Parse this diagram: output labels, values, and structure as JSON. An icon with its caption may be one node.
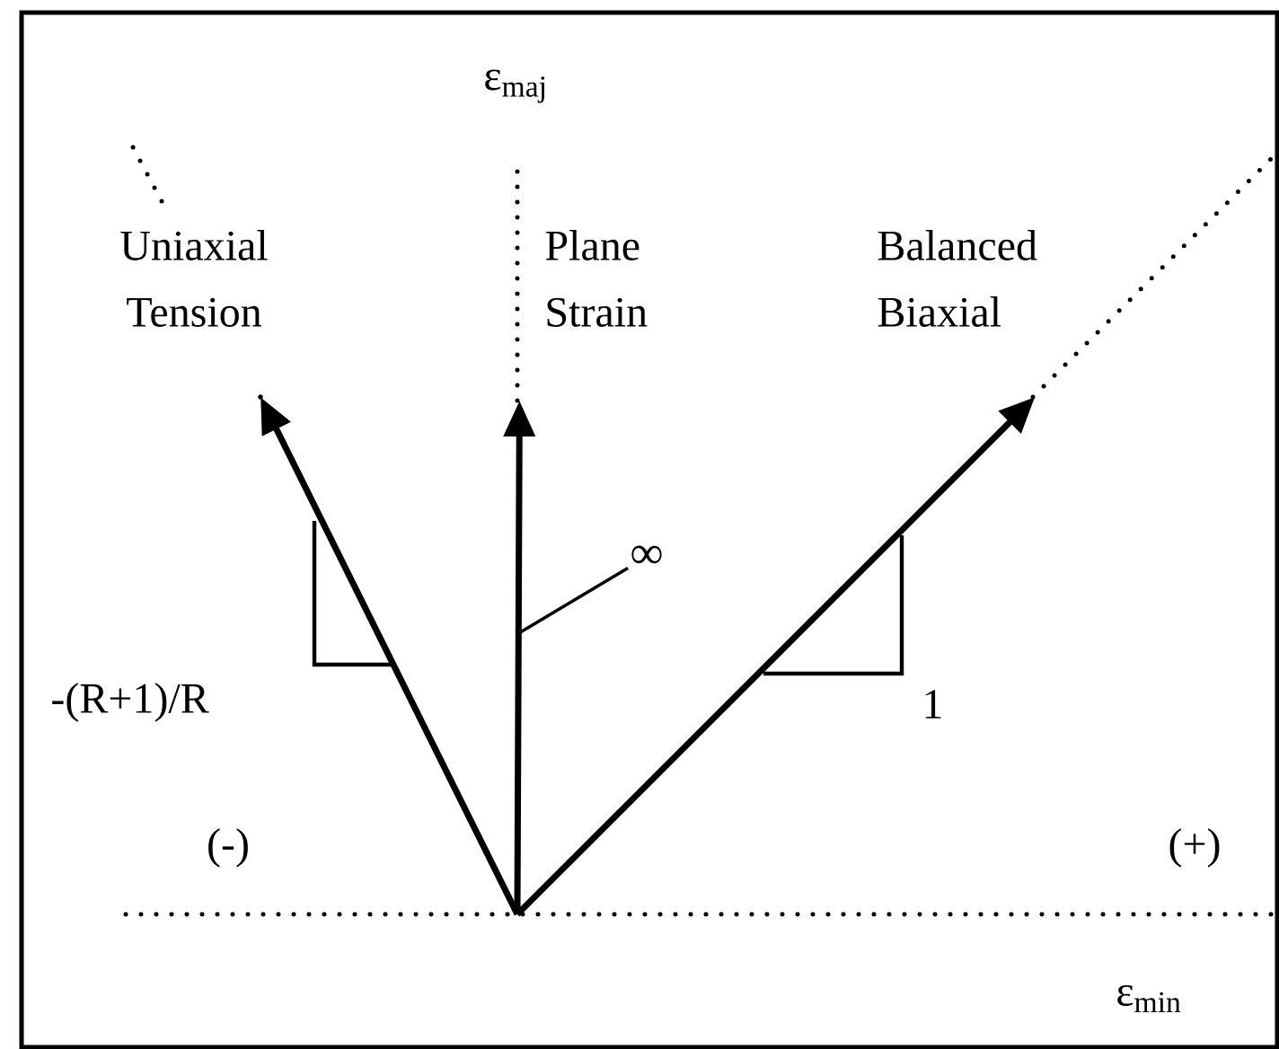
{
  "diagram": {
    "nodes": [
      {
        "text": [
          "Uniaxial Tension"
        ]
      },
      {
        "text": [
          "Plane Strain"
        ]
      },
      {
        "text": [
          "Balanced Biaxial"
        ]
      },
      {
        "text": [
          "∞"
        ]
      }
    ],
    "edges": [
      {
        "from": null,
        "to": 0,
        "arrow": "to"
      },
      {
        "from": null,
        "to": 1,
        "arrow": "to"
      },
      {
        "from": null,
        "to": 2,
        "arrow": "to"
      },
      {
        "from": 3,
        "to": null,
        "arrow": "none"
      }
    ],
    "labels": [
      "ε$_{maj}$",
      "-(R+1)/R",
      "1",
      "(-)",
      "(+)",
      "ε$_{min}$"
    ]
  }
}
